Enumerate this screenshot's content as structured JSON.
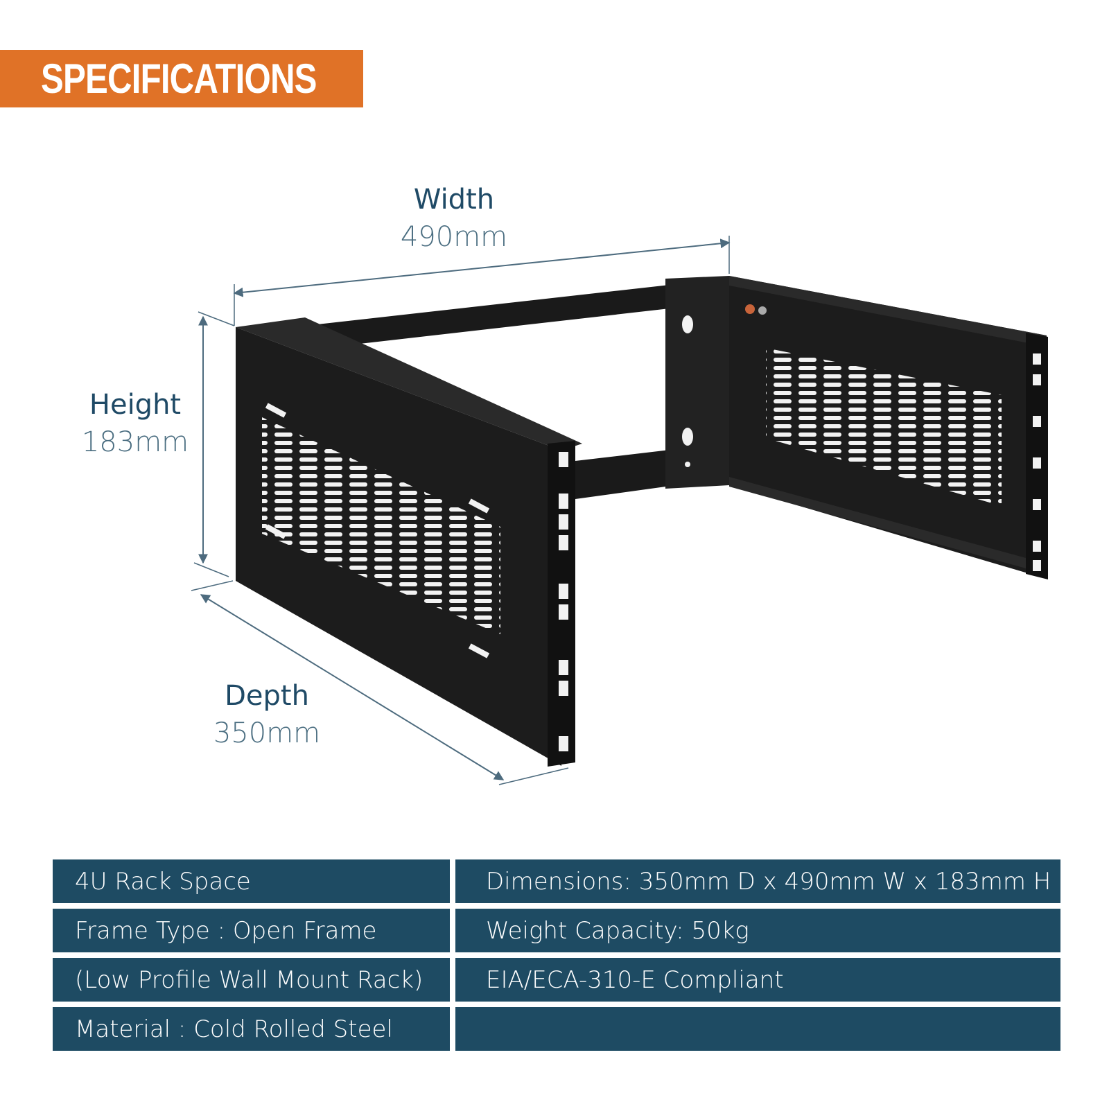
{
  "header": {
    "title": "SPECIFICATIONS"
  },
  "dimensions": {
    "width": {
      "label": "Width",
      "value": "490mm"
    },
    "height": {
      "label": "Height",
      "value": "183mm"
    },
    "depth": {
      "label": "Depth",
      "value": "350mm"
    }
  },
  "specs": {
    "rows": [
      {
        "left": "4U Rack Space",
        "right": "Dimensions: 350mm D x 490mm W x 183mm H"
      },
      {
        "left": "Frame Type : Open Frame",
        "right": "Weight Capacity: 50kg"
      },
      {
        "left": "(Low Profile Wall Mount Rack)",
        "right": "EIA/ECA-310-E Compliant"
      },
      {
        "left": "Material : Cold Rolled Steel",
        "right": ""
      }
    ]
  },
  "colors": {
    "banner": "#e07227",
    "table_bg": "#1e4b63",
    "label_text": "#1f4a66",
    "dimension_line": "#4d6b7e",
    "rack": "#1c1c1c"
  }
}
